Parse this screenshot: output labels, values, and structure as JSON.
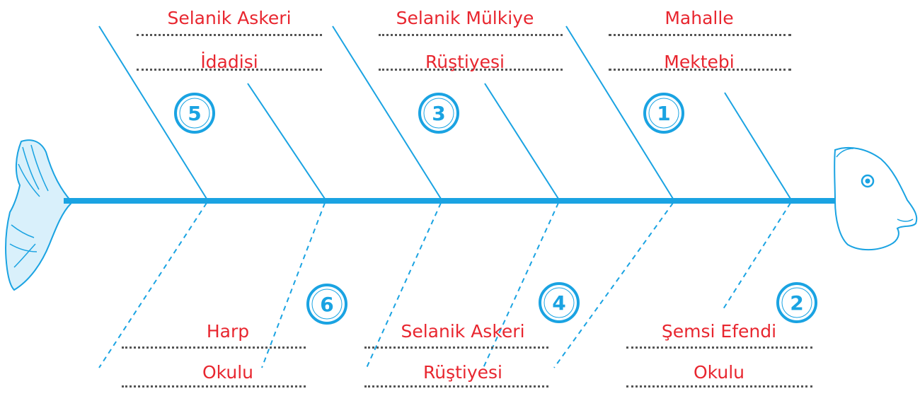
{
  "colors": {
    "line": "#1aa3e2",
    "text": "#e8262f",
    "dots": "#555555",
    "fish_fill": "#d9f0fb"
  },
  "steps": [
    {
      "number": "1",
      "line1": "Mahalle",
      "line2": "Mektebi"
    },
    {
      "number": "2",
      "line1": "Şemsi Efendi",
      "line2": "Okulu"
    },
    {
      "number": "3",
      "line1": "Selanik Mülkiye",
      "line2": "Rüştiyesi"
    },
    {
      "number": "4",
      "line1": "Selanik Askeri",
      "line2": "Rüştiyesi"
    },
    {
      "number": "5",
      "line1": "Selanik Askeri",
      "line2": "İdadisi"
    },
    {
      "number": "6",
      "line1": "Harp",
      "line2": "Okulu"
    }
  ]
}
